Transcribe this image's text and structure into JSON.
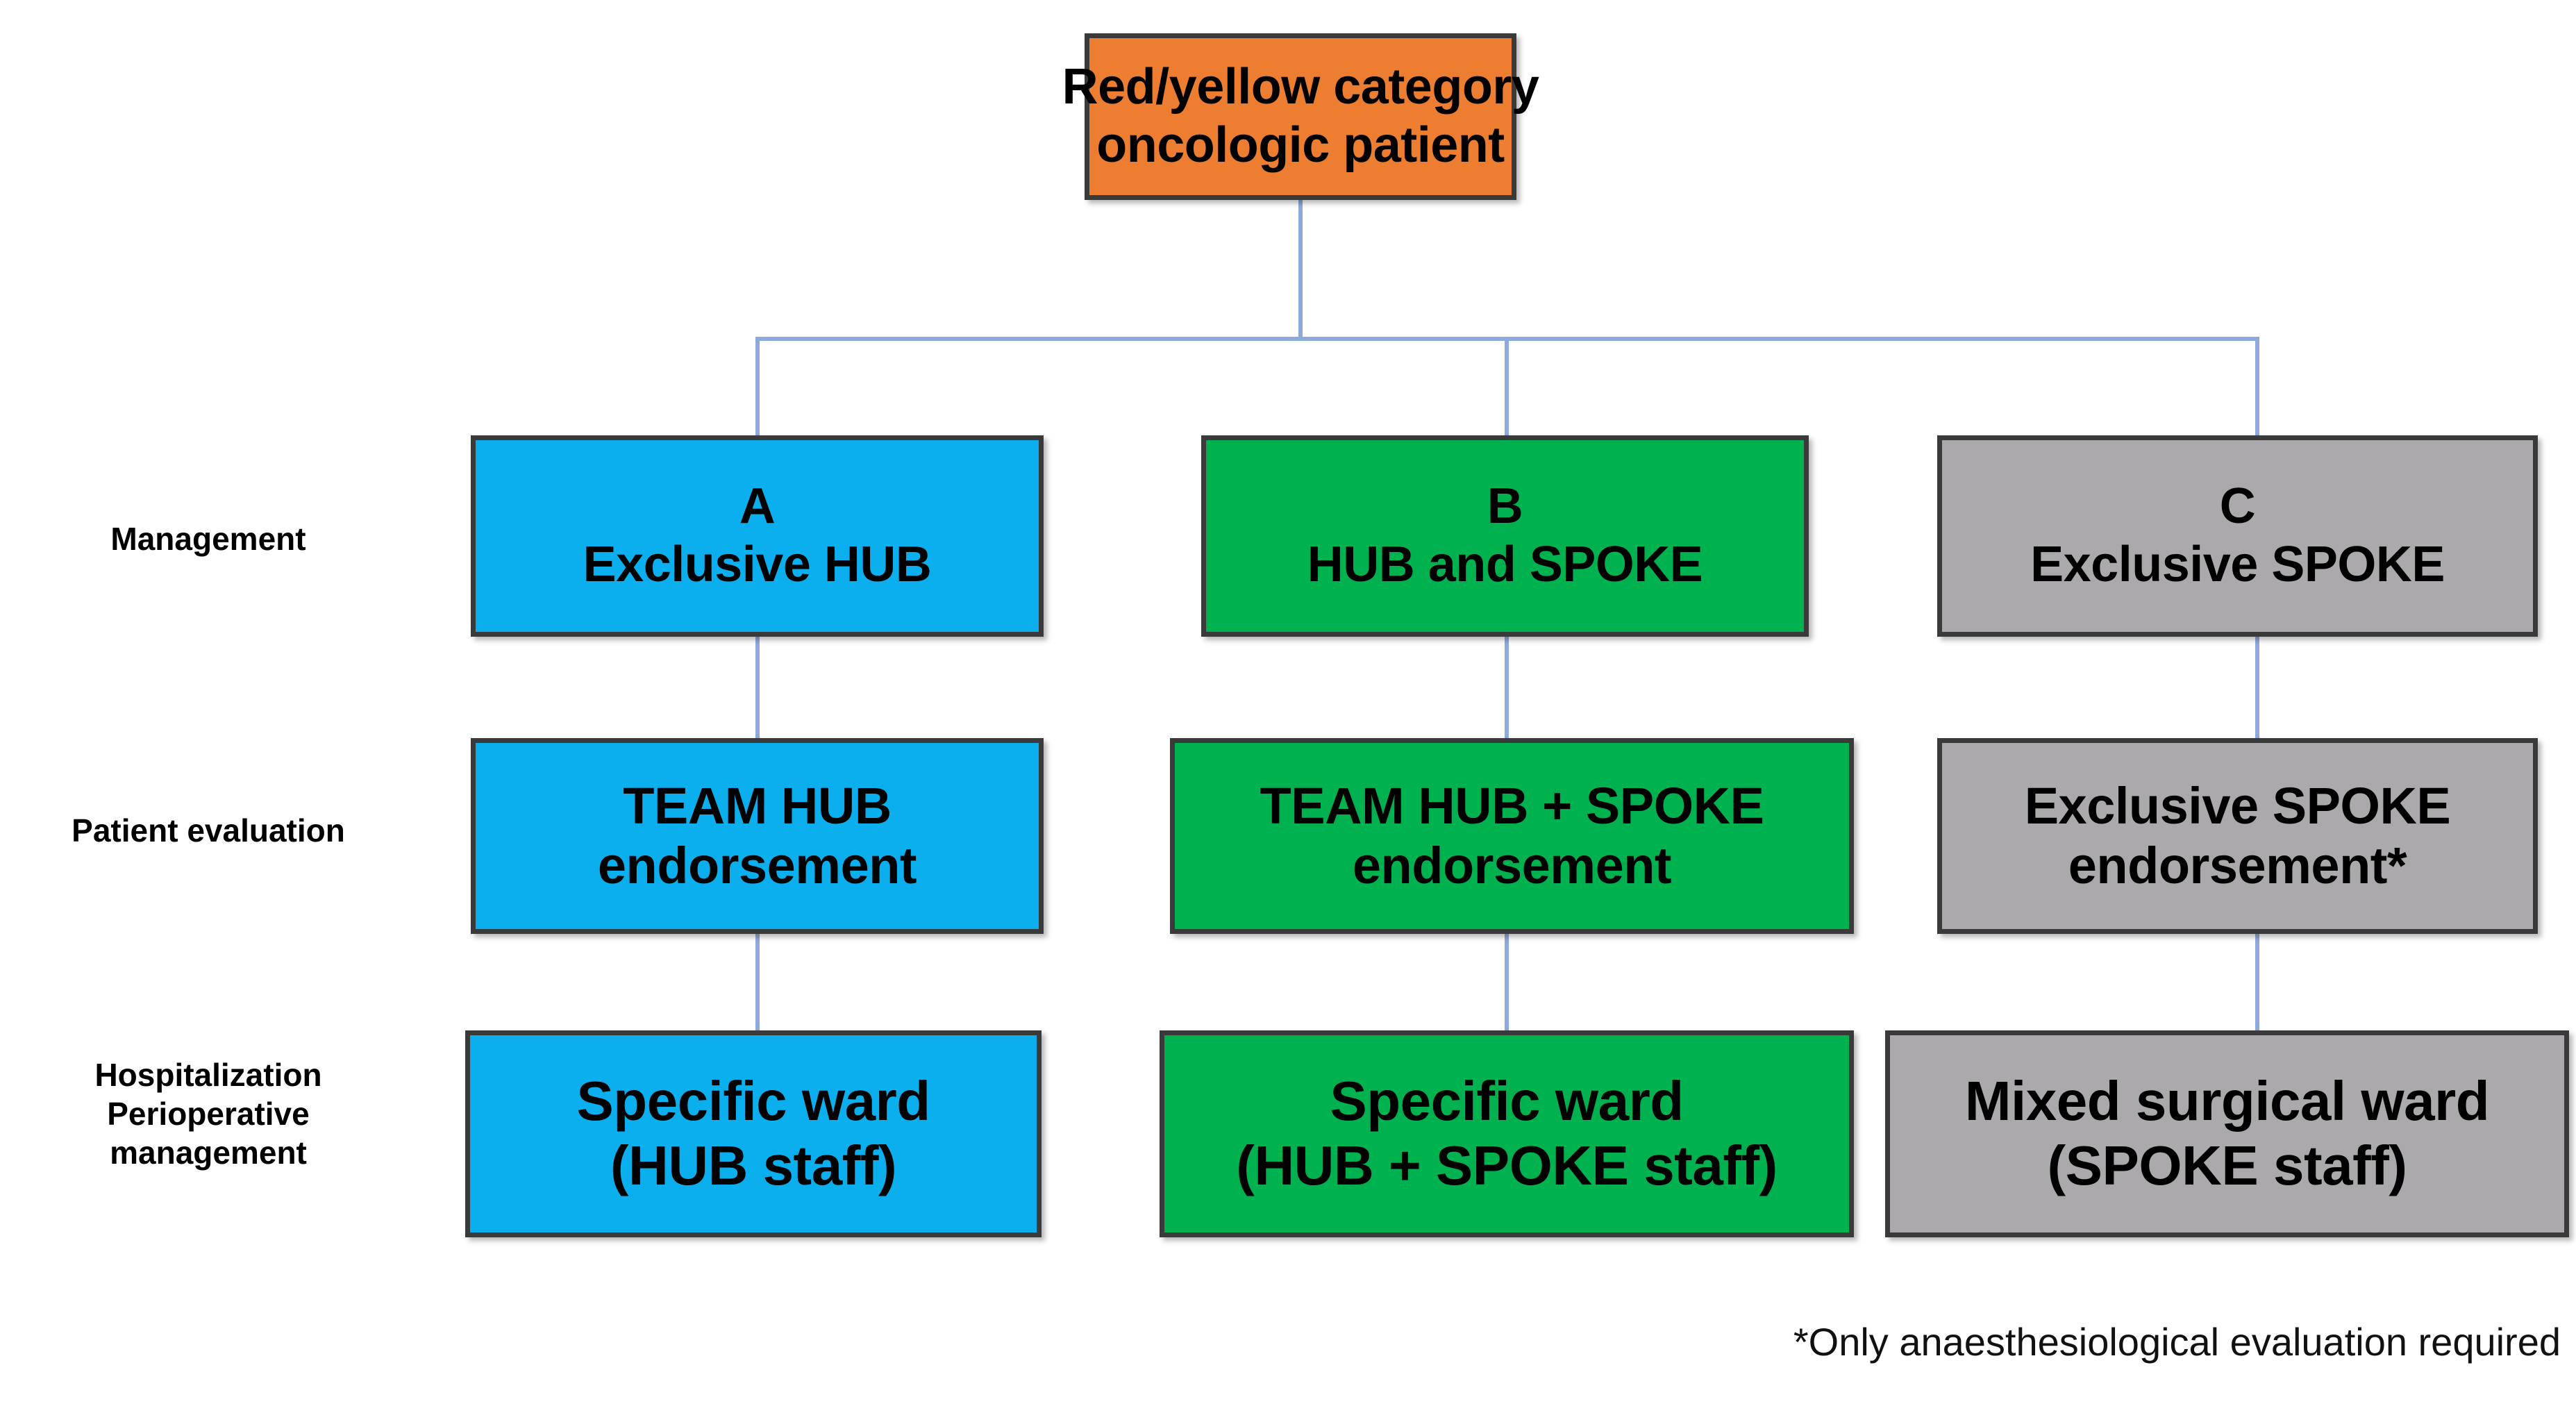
{
  "diagram": {
    "title": "Red/yellow category oncologic patient management pathway",
    "colors": {
      "root": "#ED7D31",
      "pathway_a": "#0BAFEE",
      "pathway_b": "#00B14F",
      "pathway_c": "#ABA9AC",
      "connector": "#8EA9DB",
      "border": "#3A3A3A",
      "text": "#000000"
    },
    "root": {
      "line1": "Red/yellow category",
      "line2": "oncologic patient"
    },
    "row_labels": [
      {
        "id": "management",
        "line1": "Management",
        "line2": "",
        "line3": ""
      },
      {
        "id": "patient-evaluation",
        "line1": "Patient evaluation",
        "line2": "",
        "line3": ""
      },
      {
        "id": "hospitalization",
        "line1": "Hospitalization",
        "line2": "Perioperative",
        "line3": "management"
      }
    ],
    "columns": [
      {
        "id": "a",
        "color": "#0BAFEE",
        "management": {
          "line1": "A",
          "line2": "Exclusive HUB"
        },
        "evaluation": {
          "line1": "TEAM HUB",
          "line2": "endorsement"
        },
        "hospitalization": {
          "line1": "Specific ward",
          "line2": "(HUB staff)"
        }
      },
      {
        "id": "b",
        "color": "#00B14F",
        "management": {
          "line1": "B",
          "line2": "HUB and SPOKE"
        },
        "evaluation": {
          "line1": "TEAM HUB + SPOKE",
          "line2": "endorsement"
        },
        "hospitalization": {
          "line1": "Specific ward",
          "line2": "(HUB + SPOKE staff)"
        }
      },
      {
        "id": "c",
        "color": "#ABA9AC",
        "management": {
          "line1": "C",
          "line2": "Exclusive SPOKE"
        },
        "evaluation": {
          "line1": "Exclusive SPOKE",
          "line2": "endorsement*"
        },
        "hospitalization": {
          "line1": "Mixed surgical ward",
          "line2": "(SPOKE staff)"
        }
      }
    ],
    "footnote": "*Only anaesthesiological evaluation required"
  }
}
